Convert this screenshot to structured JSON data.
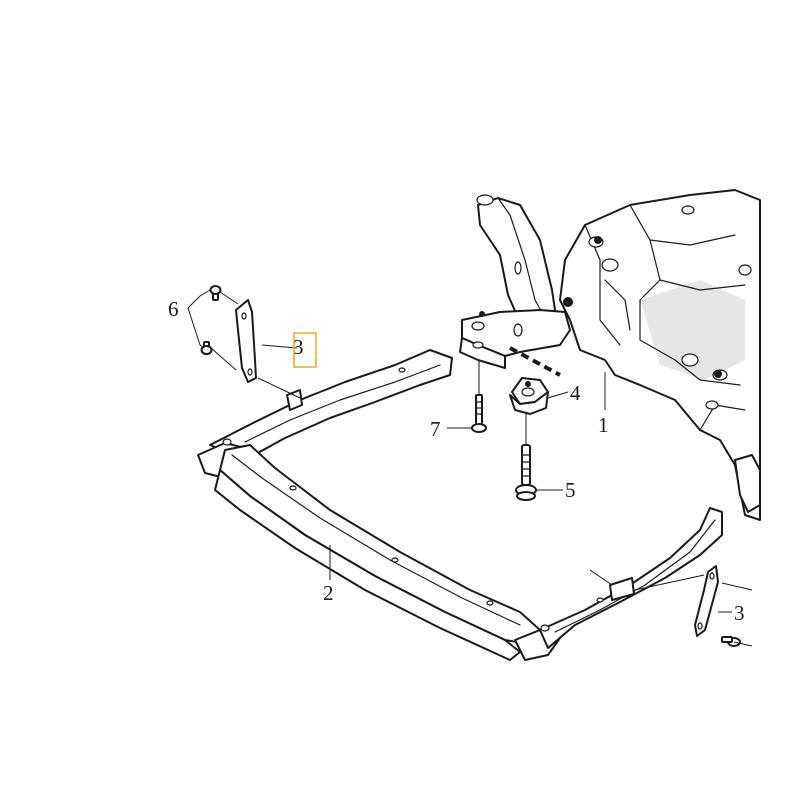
{
  "diagram": {
    "callouts": {
      "subframe": "1",
      "crossmember": "2",
      "bracket_left": "3",
      "bracket_right": "3",
      "mount_nut": "4",
      "mount_bolt": "5",
      "bracket_screws": "6",
      "front_bolt": "7"
    },
    "highlight_color": "#f5a623"
  }
}
